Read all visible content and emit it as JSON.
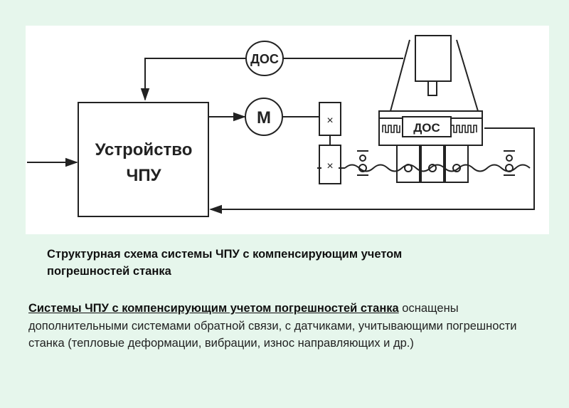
{
  "diagram": {
    "nodes": {
      "cnc_device_line1": "Устройство",
      "cnc_device_line2": "ЧПУ",
      "feedback_sensor_top": "ДОС",
      "motor": "М",
      "feedback_sensor_table": "ДОС"
    }
  },
  "caption": {
    "line1": "Структурная схема системы ЧПУ с компенсирующим учетом",
    "line2": "погрешностей станка"
  },
  "description": {
    "lead": "Системы ЧПУ с компенсирующим учетом погрешностей станка",
    "rest": " оснащены дополнительными системами обратной связи, с датчиками, учитывающими погрешности станка (тепловые деформации, вибрации, износ направляющих и др.)"
  }
}
